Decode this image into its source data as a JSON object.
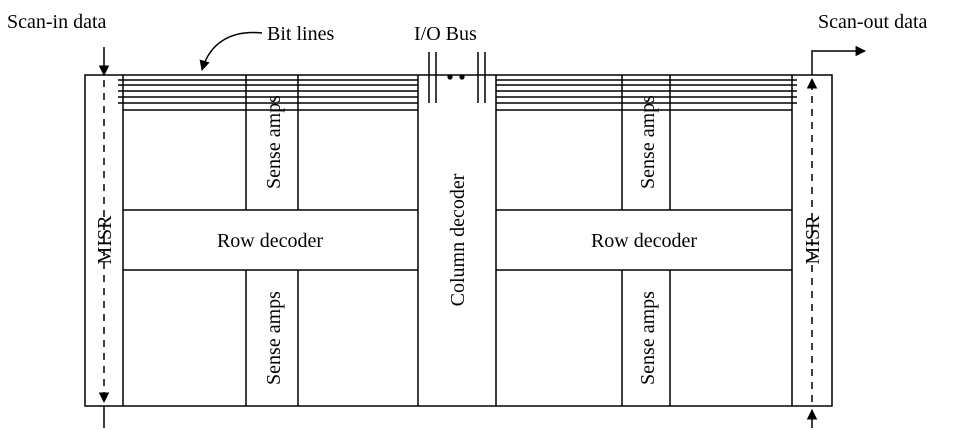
{
  "labels": {
    "scan_in": "Scan-in data",
    "scan_out": "Scan-out data",
    "bit_lines": "Bit lines",
    "io_bus": "I/O Bus",
    "sense_amps": "Sense amps",
    "row_decoder": "Row decoder",
    "column_decoder": "Column decoder",
    "misr": "MISR"
  },
  "colors": {
    "line": "#000000",
    "background": "#ffffff"
  }
}
